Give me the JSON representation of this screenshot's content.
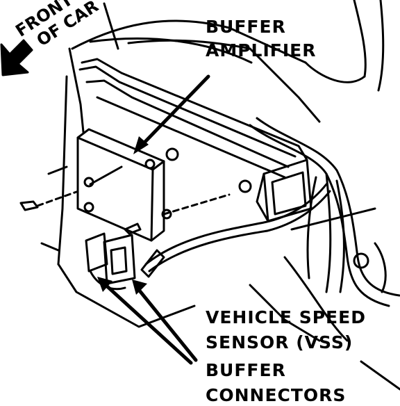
{
  "labels": {
    "front_of_car_line1": "FRONT",
    "front_of_car_line2": "OF CAR",
    "buffer_amplifier_line1": "BUFFER",
    "buffer_amplifier_line2": "AMPLIFIER",
    "vss_line1": "VEHICLE SPEED",
    "vss_line2": "SENSOR (VSS)",
    "buffer_connectors_line1": "BUFFER",
    "buffer_connectors_line2": "CONNECTORS"
  },
  "colors": {
    "ink": "#000000",
    "paper": "#ffffff"
  }
}
